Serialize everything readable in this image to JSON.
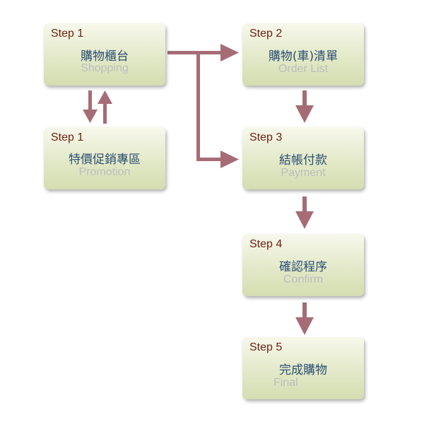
{
  "steps": [
    {
      "step": "Step 1",
      "title": "購物櫃台",
      "subtitle": "Shopping"
    },
    {
      "step": "Step 1",
      "title": "特價促銷專區",
      "subtitle": "Promotion"
    },
    {
      "step": "Step 2",
      "title": "購物(車)清單",
      "subtitle": "Order List"
    },
    {
      "step": "Step 3",
      "title": "結帳付款",
      "subtitle": "Payment"
    },
    {
      "step": "Step 4",
      "title": "確認程序",
      "subtitle": "Confirm"
    },
    {
      "step": "Step 5",
      "title": "完成購物",
      "subtitle": "Final"
    }
  ],
  "colors": {
    "arrow": "#a66c76",
    "step_label": "#6b1f12",
    "title": "#2c4f74",
    "subtitle": "#bdbdbd"
  }
}
